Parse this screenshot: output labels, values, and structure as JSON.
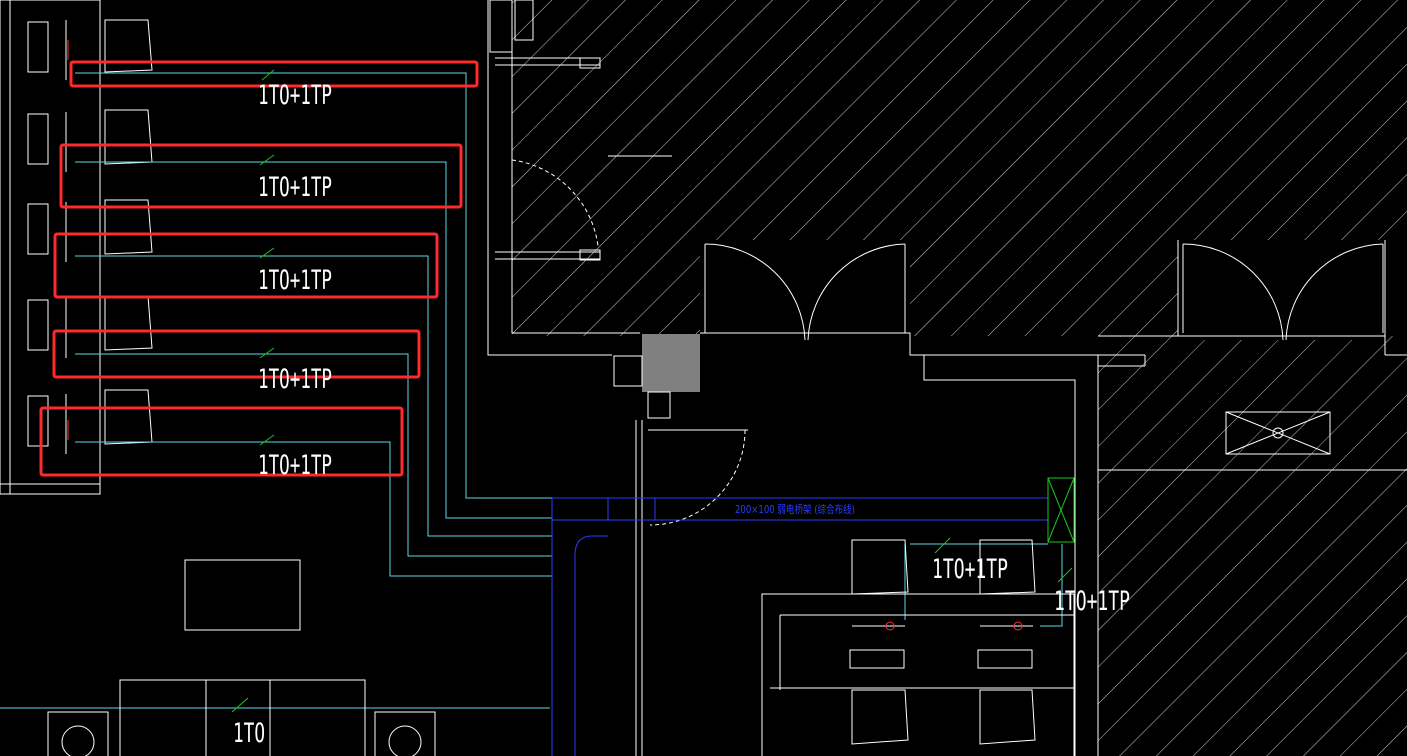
{
  "labels": {
    "ws1": "1TO+1TP",
    "ws2": "1TO+1TP",
    "ws3": "1TO+1TP",
    "ws4": "1TO+1TP",
    "ws5": "1TO+1TP",
    "room1": "1TO+1TP",
    "room2": "1TO+1TP",
    "bottom": "1TO",
    "tray": "200×100 弱电桥架 (综合布线)"
  },
  "colors": {
    "background": "#000000",
    "wall": "#ffffff",
    "cable": "#5ad8e6",
    "tray": "#2a3cff",
    "highlight": "#ff2a2a",
    "column": "#808080",
    "green": "#19c81e"
  }
}
